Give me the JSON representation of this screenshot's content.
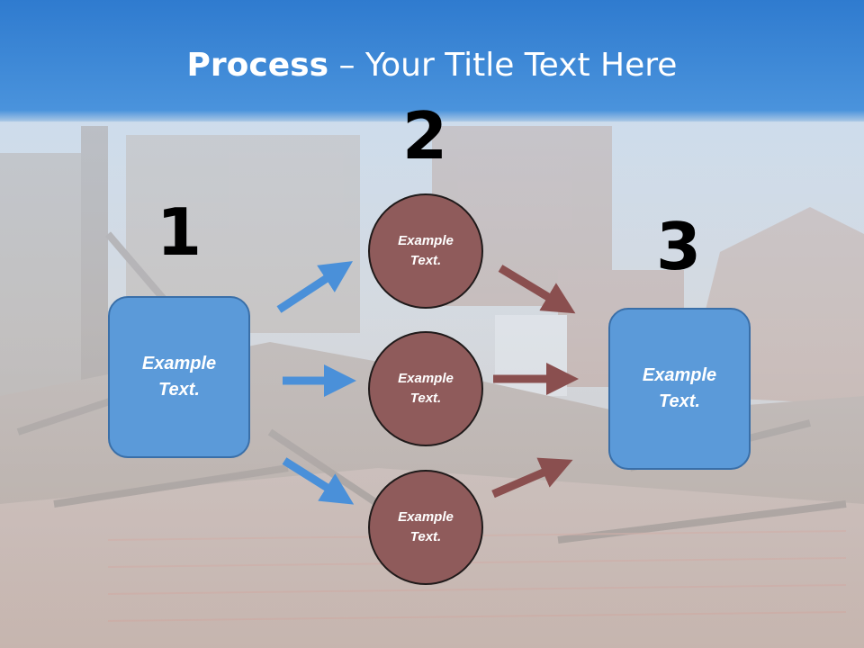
{
  "title": {
    "bold": "Process",
    "rest": " – Your Title Text Here"
  },
  "steps": [
    {
      "number": "1",
      "text_line1": "Example",
      "text_line2": "Text."
    },
    {
      "number": "2",
      "nodes": [
        {
          "line1": "Example",
          "line2": "Text."
        },
        {
          "line1": "Example",
          "line2": "Text."
        },
        {
          "line1": "Example",
          "line2": "Text."
        }
      ]
    },
    {
      "number": "3",
      "text_line1": "Example",
      "text_line2": "Text."
    }
  ],
  "colors": {
    "title_band": "#3f86d4",
    "box_fill": "#5b9ad9",
    "circle_fill": "#8f5b5b",
    "blue_arrow": "#4a90d9",
    "brown_arrow": "#8a4f4f"
  }
}
